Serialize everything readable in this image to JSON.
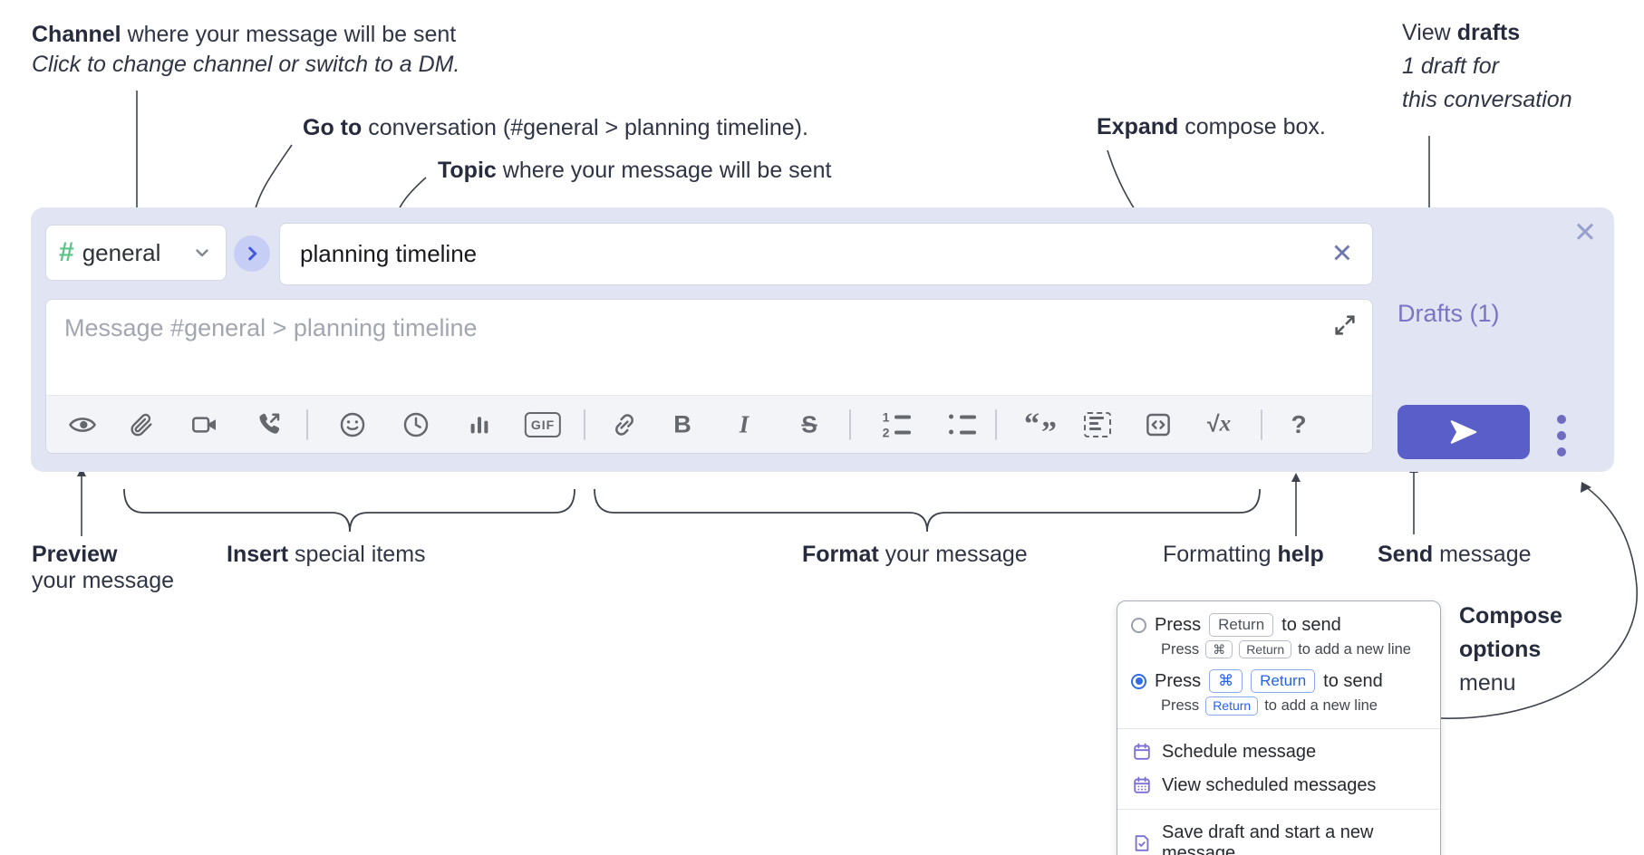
{
  "annotations": {
    "channel": {
      "bold": "Channel",
      "rest": " where your message will be sent",
      "line2": "Click to change channel or switch to a DM."
    },
    "goto": {
      "bold": "Go to",
      "rest": " conversation (#general > planning timeline)."
    },
    "topic": {
      "bold": "Topic",
      "rest": " where your message will be sent"
    },
    "expand": {
      "bold": "Expand",
      "rest": " compose box."
    },
    "view_drafts": {
      "pre": "View ",
      "bold": "drafts",
      "line2": "1 draft for",
      "line3": "this conversation"
    },
    "preview": {
      "bold": "Preview",
      "line2": "your message"
    },
    "insert": {
      "bold": "Insert",
      "rest": " special items"
    },
    "format": {
      "bold": "Format",
      "rest": " your message"
    },
    "help": {
      "pre": "Formatting ",
      "bold": "help"
    },
    "send": {
      "bold": "Send",
      "rest": " message"
    },
    "compose_options": {
      "line1": "Compose",
      "line2": "options",
      "line3": "menu"
    }
  },
  "compose": {
    "channel_hash": "#",
    "channel_name": "general",
    "topic_value": "planning timeline",
    "topic_clear": "✕",
    "close": "✕",
    "message_placeholder": "Message #general > planning timeline",
    "drafts_label": "Drafts (1)",
    "toolbar": {
      "gif": "GIF",
      "bold": "B",
      "italic": "I",
      "strike": "S",
      "ol_1": "1",
      "ol_2": "2",
      "quote_open": "“",
      "quote_close": "”",
      "math_root": "√",
      "math_x": "x",
      "help": "?"
    }
  },
  "popup": {
    "option1": {
      "press": "Press",
      "key": "Return",
      "suffix": "to send",
      "sub_press": "Press",
      "sub_key1": "⌘",
      "sub_key2": "Return",
      "sub_suffix": "to add a new line"
    },
    "option2": {
      "press": "Press",
      "key1": "⌘",
      "key2": "Return",
      "suffix": "to send",
      "sub_press": "Press",
      "sub_key": "Return",
      "sub_suffix": "to add a new line"
    },
    "items": [
      {
        "label": "Schedule message"
      },
      {
        "label": "View scheduled messages"
      },
      {
        "label": "Save draft and start a new message"
      }
    ]
  },
  "colors": {
    "accent_send": "#5a5ec9",
    "drafts_link": "#7b74c4",
    "hash_green": "#5bc487",
    "selected_radio": "#2f6ce8",
    "compose_bg": "#e1e4f3",
    "menu_icon": "#7a6fd6"
  }
}
